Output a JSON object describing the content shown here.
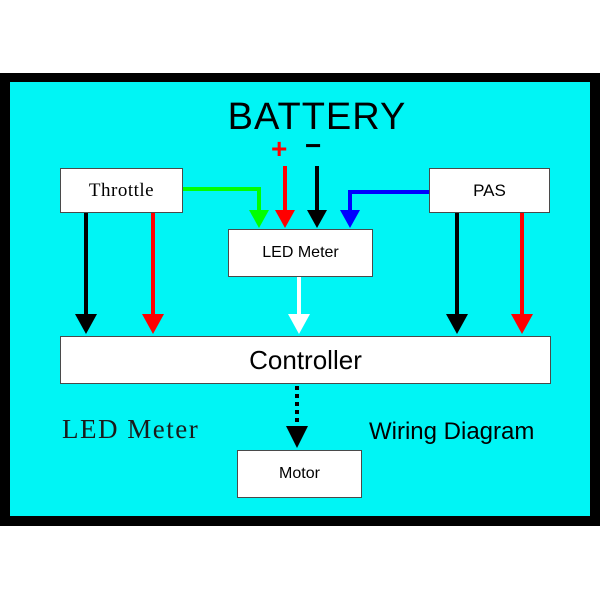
{
  "diagram": {
    "title": "BATTERY",
    "battery_plus": "+",
    "battery_minus": "−",
    "nodes": {
      "throttle": "Throttle",
      "pas": "PAS",
      "led_meter": "LED Meter",
      "controller": "Controller",
      "motor": "Motor"
    },
    "caption_left": "LED Meter",
    "caption_right": "Wiring Diagram"
  },
  "colors": {
    "page": "#ffffff",
    "frame": "#000000",
    "panel": "#00f5f5",
    "wire_green": "#00ff00",
    "wire_red": "#ff0000",
    "wire_black": "#000000",
    "wire_blue": "#0000ff",
    "wire_white": "#ffffff"
  }
}
